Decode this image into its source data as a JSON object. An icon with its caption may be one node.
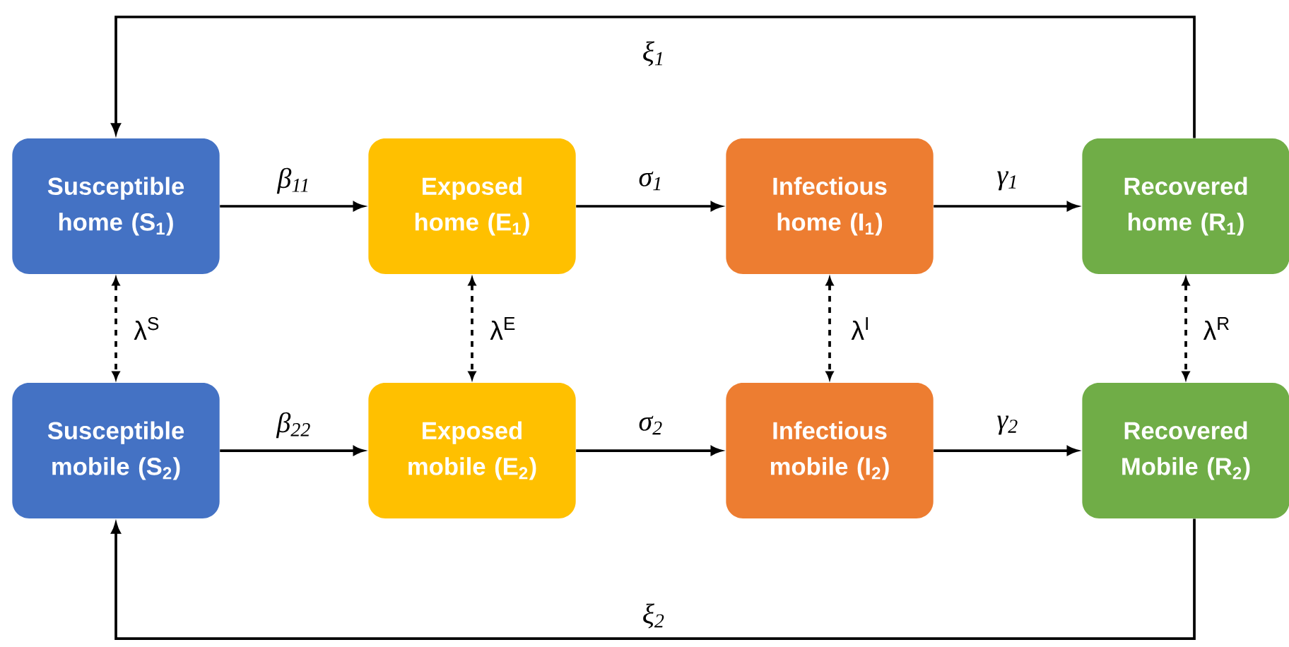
{
  "diagram": {
    "nodes": [
      {
        "text": [
          "Susceptible home (S$_{1}$)"
        ]
      },
      {
        "text": [
          "Exposed home (E$_{1}$)"
        ]
      },
      {
        "text": [
          "Infectious home (I$_{1}$)"
        ]
      },
      {
        "text": [
          "Recovered home (R$_{1}$)"
        ]
      },
      {
        "text": [
          "Susceptible mobile (S$_{2}$)"
        ]
      },
      {
        "text": [
          "Exposed mobile (E$_{2}$)"
        ]
      },
      {
        "text": [
          "Infectious mobile (I$_{2}$)"
        ]
      },
      {
        "text": [
          "Recovered Mobile (R$_{2}$)"
        ]
      }
    ],
    "edges": [
      {
        "from": 3,
        "to": 0,
        "arrow": "to",
        "label": "ξ$_{1}$"
      },
      {
        "from": 0,
        "to": 1,
        "arrow": "to",
        "label": "β$_{11}$"
      },
      {
        "from": 1,
        "to": 2,
        "arrow": "to",
        "label": "σ$_{1}$"
      },
      {
        "from": 2,
        "to": 3,
        "arrow": "to",
        "label": "γ$_{1}$"
      },
      {
        "from": 0,
        "to": 4,
        "arrow": "both",
        "style": "dashed",
        "label": "λ$^{S}$"
      },
      {
        "from": 1,
        "to": 5,
        "arrow": "both",
        "style": "dashed",
        "label": "λ$^{E}$"
      },
      {
        "from": 2,
        "to": 6,
        "arrow": "both",
        "style": "dashed",
        "label": "λ$^{I}$"
      },
      {
        "from": 3,
        "to": 7,
        "arrow": "both",
        "style": "dashed",
        "label": "λ$^{R}$"
      },
      {
        "from": 4,
        "to": 5,
        "arrow": "to",
        "label": "β$_{22}$"
      },
      {
        "from": 5,
        "to": 6,
        "arrow": "to",
        "label": "σ$_{2}$"
      },
      {
        "from": 6,
        "to": 7,
        "arrow": "to",
        "label": "γ$_{2}$"
      },
      {
        "from": 7,
        "to": 4,
        "arrow": "to",
        "label": "ξ$_{2}$"
      }
    ]
  }
}
